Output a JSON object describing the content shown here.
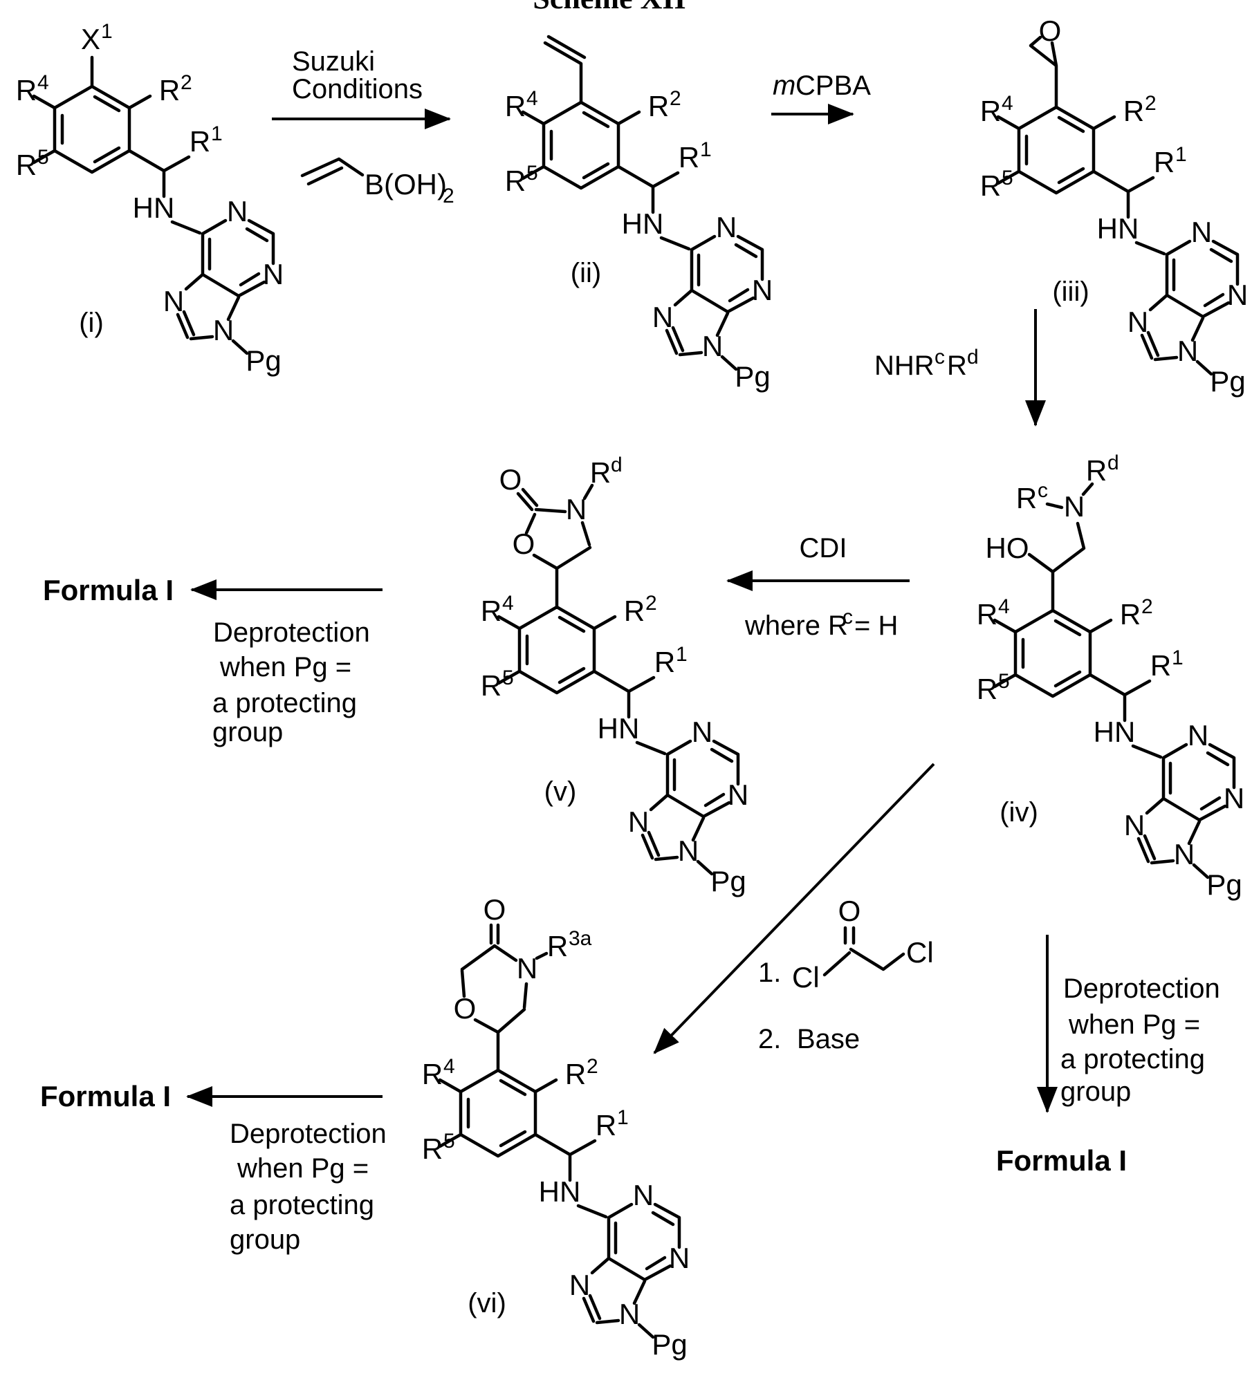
{
  "title": "Scheme XII",
  "atoms": {
    "R": "R",
    "X": "X",
    "N": "N",
    "O": "O",
    "HN": "HN",
    "HO": "HO",
    "Pg": "Pg",
    "Cl": "Cl",
    "BOH": "B(OH)",
    "s1": "1",
    "s2": "2",
    "s3a": "3a",
    "s4": "4",
    "s5": "5",
    "sc": "c",
    "sd": "d"
  },
  "structure_labels": {
    "i": "(i)",
    "ii": "(ii)",
    "iii": "(iii)",
    "iv": "(iv)",
    "v": "(v)",
    "vi": "(vi)"
  },
  "reagents": {
    "suzuki_line1": "Suzuki",
    "suzuki_line2": "Conditions",
    "mcpba_m": "m",
    "mcpba_rest": "CPBA",
    "amine_nhr": "NHR",
    "amine_supc": "c",
    "amine_r": "R",
    "amine_supd": "d",
    "cdi": "CDI",
    "where_pre": "where R",
    "where_supc": "c",
    "where_post": " = H",
    "step1": "1.",
    "step2": "2.",
    "base": "Base",
    "deprotection_l1": "Deprotection",
    "deprotection_l2": "when Pg =",
    "deprotection_l3": "a protecting",
    "deprotection_l4": "group",
    "formula1": "Formula I"
  }
}
